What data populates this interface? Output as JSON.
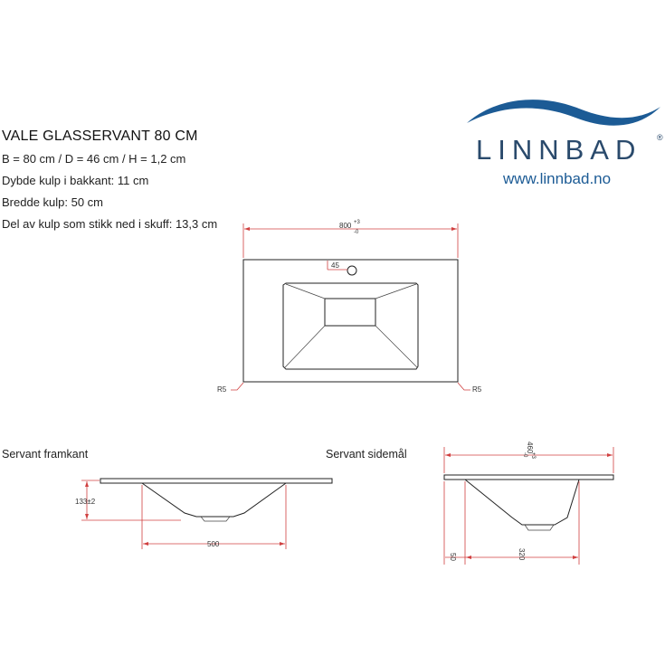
{
  "spec": {
    "title": "VALE GLASSERVANT 80 CM",
    "lines": [
      "B = 80 cm / D = 46 cm / H = 1,2 cm",
      "Dybde kulp i bakkant: 11 cm",
      "Bredde kulp: 50 cm",
      "Del av kulp som stikk ned i skuff: 13,3 cm"
    ]
  },
  "brand": {
    "name": "LINNBAD",
    "registered": "®",
    "url": "www.linnbad.no",
    "color": "#1c5b95"
  },
  "top_view": {
    "width": "800",
    "width_tol_plus": "+3",
    "width_tol_minus": "-0",
    "hole_offset": "45",
    "radius_left": "R5",
    "radius_right": "R5"
  },
  "front_view": {
    "caption": "Servant framkant",
    "depth": "133±2",
    "bowl_width": "500"
  },
  "side_view": {
    "caption": "Servant sidemål",
    "depth": "460",
    "depth_tol_plus": "+3",
    "depth_tol_minus": "-0",
    "front_offset": "50",
    "bowl_depth": "320"
  },
  "colors": {
    "dimension": "#d04040",
    "outline": "#222222",
    "brand": "#2a4a6c"
  }
}
